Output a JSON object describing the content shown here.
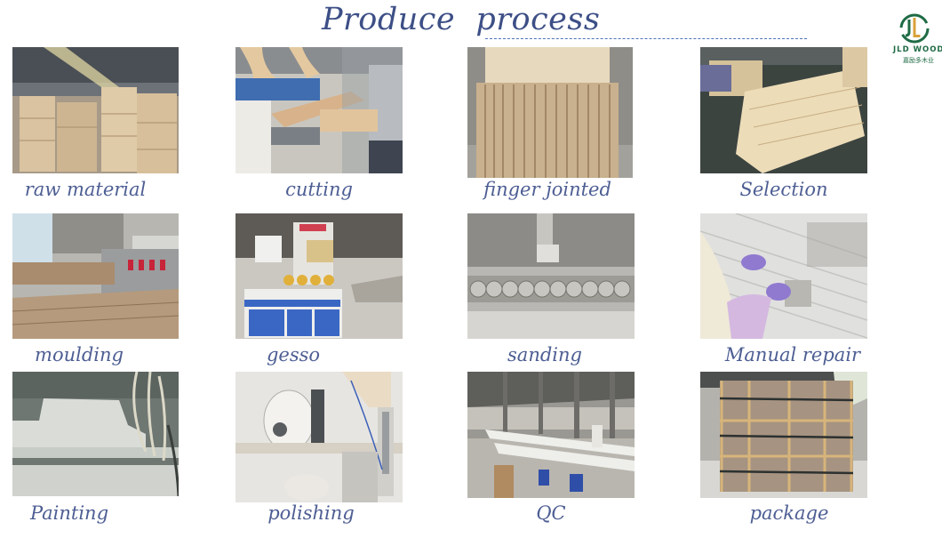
{
  "header": {
    "title": "Produce  process"
  },
  "logo": {
    "brand": "JLD WOOD",
    "subtitle": "嘉励多木业",
    "colors": {
      "green": "#1f6b45",
      "gold": "#d9a23a"
    }
  },
  "steps": [
    {
      "label": "raw material",
      "photo": "warehouse with stacked lumber"
    },
    {
      "label": "cutting",
      "photo": "worker feeding board into blue cutting machine"
    },
    {
      "label": "finger jointed",
      "photo": "stack of finger-jointed boards"
    },
    {
      "label": "Selection",
      "photo": "worker sorting wood strips"
    },
    {
      "label": "moulding",
      "photo": "moulding machine with red cutter heads"
    },
    {
      "label": "gesso",
      "photo": "blue gesso coating machine"
    },
    {
      "label": "sanding",
      "photo": "sanding machine rollers"
    },
    {
      "label": "Manual repair",
      "photo": "gloved hands repairing white primed mouldings"
    },
    {
      "label": "Painting",
      "photo": "paint spraying nozzle"
    },
    {
      "label": "polishing",
      "photo": "polishing wheel machine"
    },
    {
      "label": "QC",
      "photo": "factory floor with inspection workers"
    },
    {
      "label": "package",
      "photo": "strapped wooden crates"
    }
  ],
  "colors": {
    "title": "#3d4f86",
    "caption": "#4d5e93",
    "rule": "#4f73b8"
  }
}
